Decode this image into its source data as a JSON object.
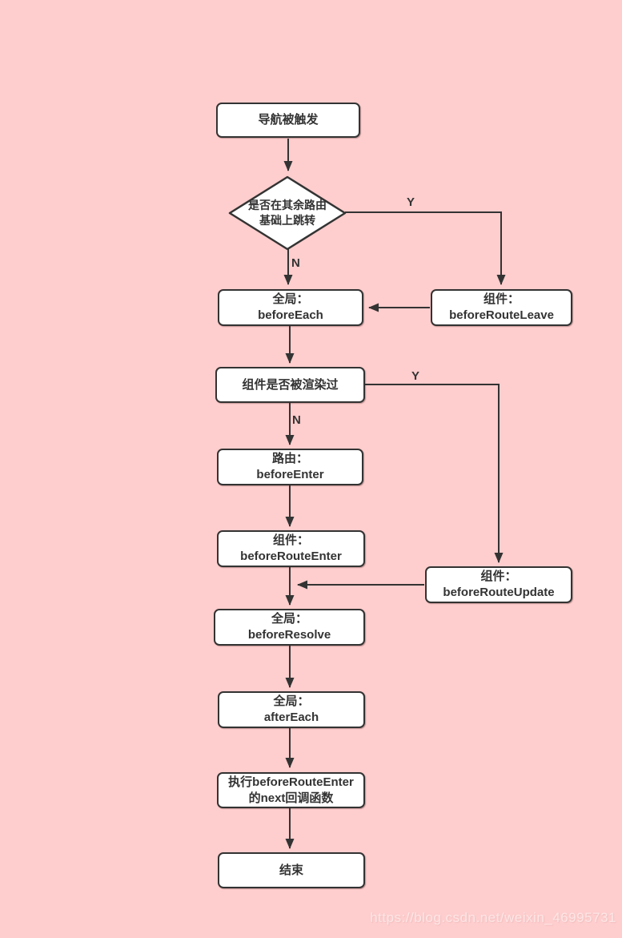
{
  "nodes": {
    "start": {
      "label": "导航被触发"
    },
    "decision_jump": {
      "line1": "是否在其余路由",
      "line2": "基础上跳转"
    },
    "before_each": {
      "line1": "全局：",
      "line2": "beforeEach"
    },
    "before_route_leave": {
      "line1": "组件：",
      "line2": "beforeRouteLeave"
    },
    "decision_rendered": {
      "label": "组件是否被渲染过"
    },
    "before_enter": {
      "line1": "路由：",
      "line2": "beforeEnter"
    },
    "before_route_enter": {
      "line1": "组件：",
      "line2": "beforeRouteEnter"
    },
    "before_route_update": {
      "line1": "组件：",
      "line2": "beforeRouteUpdate"
    },
    "before_resolve": {
      "line1": "全局：",
      "line2": "beforeResolve"
    },
    "after_each": {
      "line1": "全局：",
      "line2": "afterEach"
    },
    "next_callback": {
      "line1": "执行beforeRouteEnter",
      "line2": "的next回调函数"
    },
    "end": {
      "label": "结束"
    }
  },
  "edge_labels": {
    "jump_yes": "Y",
    "jump_no": "N",
    "rendered_yes": "Y",
    "rendered_no": "N"
  },
  "watermark": "https://blog.csdn.net/weixin_46995731",
  "colors": {
    "background": "#FECDCD",
    "node_fill": "#FFFFFF",
    "stroke": "#333333",
    "text": "#333333",
    "watermark_text": "#FFEAEA"
  }
}
